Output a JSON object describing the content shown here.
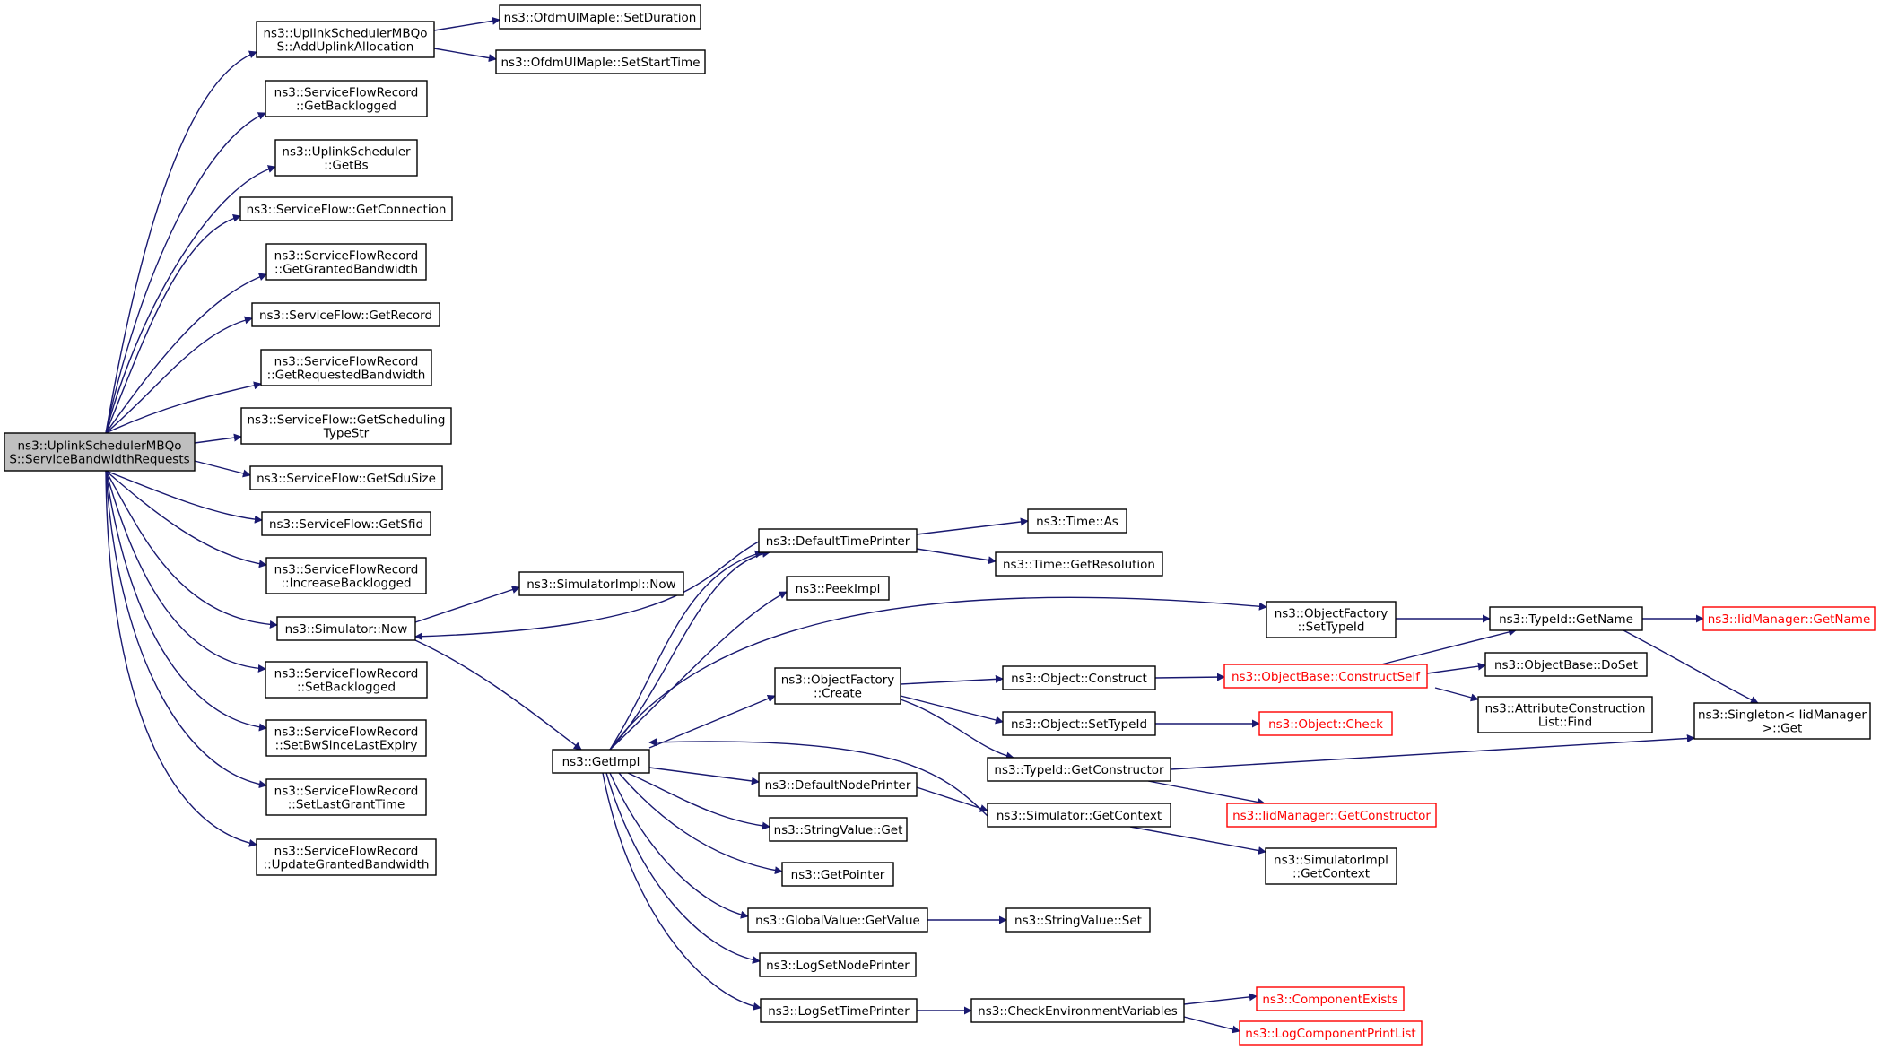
{
  "colors": {
    "edge": "#191970",
    "border": "#000000",
    "root_fill": "#bfbfbf",
    "red": "#ff0000",
    "background": "#ffffff"
  },
  "nodes": {
    "root": [
      "ns3::UplinkSchedulerMBQo",
      "S::ServiceBandwidthRequests"
    ],
    "addUplink": [
      "ns3::UplinkSchedulerMBQo",
      "S::AddUplinkAllocation"
    ],
    "setDuration": [
      "ns3::OfdmUlMapIe::SetDuration"
    ],
    "setStartTime": [
      "ns3::OfdmUlMapIe::SetStartTime"
    ],
    "getBacklogged": [
      "ns3::ServiceFlowRecord",
      "::GetBacklogged"
    ],
    "getBs": [
      "ns3::UplinkScheduler",
      "::GetBs"
    ],
    "getConnection": [
      "ns3::ServiceFlow::GetConnection"
    ],
    "getGrantedBw": [
      "ns3::ServiceFlowRecord",
      "::GetGrantedBandwidth"
    ],
    "getRecord": [
      "ns3::ServiceFlow::GetRecord"
    ],
    "getRequestedBw": [
      "ns3::ServiceFlowRecord",
      "::GetRequestedBandwidth"
    ],
    "getSchedType": [
      "ns3::ServiceFlow::GetScheduling",
      "TypeStr"
    ],
    "getSduSize": [
      "ns3::ServiceFlow::GetSduSize"
    ],
    "getSfid": [
      "ns3::ServiceFlow::GetSfid"
    ],
    "incBacklogged": [
      "ns3::ServiceFlowRecord",
      "::IncreaseBacklogged"
    ],
    "simNow": [
      "ns3::Simulator::Now"
    ],
    "setBacklogged": [
      "ns3::ServiceFlowRecord",
      "::SetBacklogged"
    ],
    "setBwSince": [
      "ns3::ServiceFlowRecord",
      "::SetBwSinceLastExpiry"
    ],
    "setLastGrant": [
      "ns3::ServiceFlowRecord",
      "::SetLastGrantTime"
    ],
    "updGrantedBw": [
      "ns3::ServiceFlowRecord",
      "::UpdateGrantedBandwidth"
    ],
    "simImplNow": [
      "ns3::SimulatorImpl::Now"
    ],
    "getImpl": [
      "ns3::GetImpl"
    ],
    "defTimePrinter": [
      "ns3::DefaultTimePrinter"
    ],
    "timeAs": [
      "ns3::Time::As"
    ],
    "timeGetRes": [
      "ns3::Time::GetResolution"
    ],
    "peekImpl": [
      "ns3::PeekImpl"
    ],
    "ofCreate": [
      "ns3::ObjectFactory",
      "::Create"
    ],
    "ofSetTypeId": [
      "ns3::ObjectFactory",
      "::SetTypeId"
    ],
    "typeIdGetName": [
      "ns3::TypeId::GetName"
    ],
    "iidGetName": [
      "ns3::IidManager::GetName"
    ],
    "objConstruct": [
      "ns3::Object::Construct"
    ],
    "objBaseConstructSelf": [
      "ns3::ObjectBase::ConstructSelf"
    ],
    "objBaseDoSet": [
      "ns3::ObjectBase::DoSet"
    ],
    "attrFind": [
      "ns3::AttributeConstruction",
      "List::Find"
    ],
    "objSetTypeId": [
      "ns3::Object::SetTypeId"
    ],
    "objCheck": [
      "ns3::Object::Check"
    ],
    "singletonGet": [
      "ns3::Singleton< IidManager",
      ">::Get"
    ],
    "typeIdGetCtor": [
      "ns3::TypeId::GetConstructor"
    ],
    "iidGetCtor": [
      "ns3::IidManager::GetConstructor"
    ],
    "defNodePrinter": [
      "ns3::DefaultNodePrinter"
    ],
    "simGetContext": [
      "ns3::Simulator::GetContext"
    ],
    "simImplGetContext": [
      "ns3::SimulatorImpl",
      "::GetContext"
    ],
    "stringValueGet": [
      "ns3::StringValue::Get"
    ],
    "getPointer": [
      "ns3::GetPointer"
    ],
    "globalValueGetValue": [
      "ns3::GlobalValue::GetValue"
    ],
    "stringValueSet": [
      "ns3::StringValue::Set"
    ],
    "logSetNodePrinter": [
      "ns3::LogSetNodePrinter"
    ],
    "logSetTimePrinter": [
      "ns3::LogSetTimePrinter"
    ],
    "checkEnvVars": [
      "ns3::CheckEnvironmentVariables"
    ],
    "componentExists": [
      "ns3::ComponentExists"
    ],
    "logCompPrintList": [
      "ns3::LogComponentPrintList"
    ]
  }
}
